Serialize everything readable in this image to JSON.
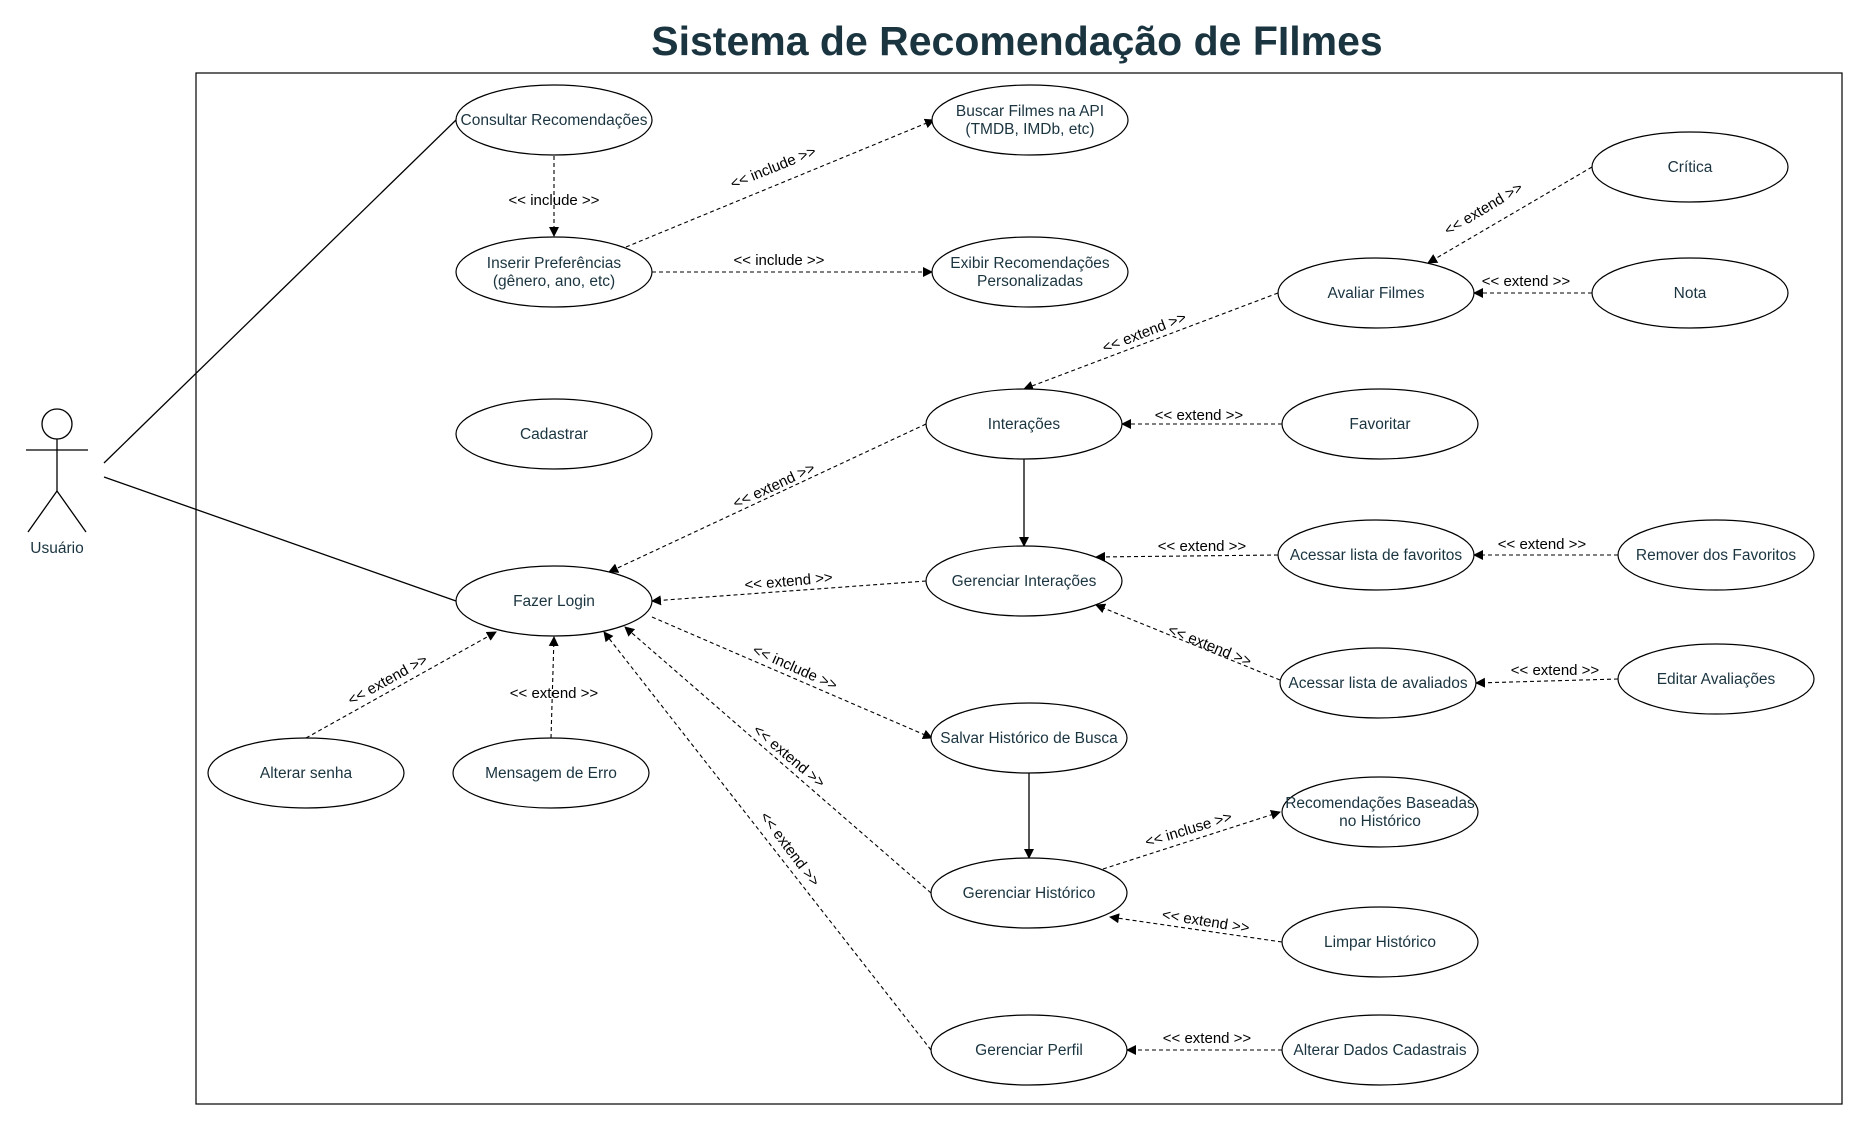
{
  "title": "Sistema de Recomendação de FIlmes",
  "actor": {
    "name": "Usuário"
  },
  "use_cases": {
    "consultar": [
      "Consultar Recomendações"
    ],
    "buscar": [
      "Buscar Filmes na API",
      "(TMDB, IMDb, etc)"
    ],
    "inserir": [
      "Inserir Preferências",
      "(gênero, ano, etc)"
    ],
    "exibir": [
      "Exibir Recomendações",
      "Personalizadas"
    ],
    "critica": [
      "Crítica"
    ],
    "avaliar": [
      "Avaliar Filmes"
    ],
    "nota": [
      "Nota"
    ],
    "cadastrar": [
      "Cadastrar"
    ],
    "interacoes": [
      "Interações"
    ],
    "favoritar": [
      "Favoritar"
    ],
    "gerenciar_inter": [
      "Gerenciar Interações"
    ],
    "acessar_fav": [
      "Acessar lista de favoritos"
    ],
    "remover_fav": [
      "Remover dos Favoritos"
    ],
    "login": [
      "Fazer Login"
    ],
    "acessar_aval": [
      "Acessar lista de avaliados"
    ],
    "editar_aval": [
      "Editar Avaliações"
    ],
    "alterar_senha": [
      "Alterar senha"
    ],
    "msg_erro": [
      "Mensagem de Erro"
    ],
    "salvar_hist": [
      "Salvar Histórico de Busca"
    ],
    "rec_hist": [
      "Recomendações Baseadas",
      "no Histórico"
    ],
    "gerenciar_hist": [
      "Gerenciar Histórico"
    ],
    "limpar_hist": [
      "Limpar Histórico"
    ],
    "gerenciar_perfil": [
      "Gerenciar Perfil"
    ],
    "alterar_dados": [
      "Alterar Dados Cadastrais"
    ]
  },
  "relations": {
    "include": "<< include >>",
    "extend": "<< extend >>",
    "incluse": "<< incluse >>"
  },
  "colors": {
    "title": "#1a3440",
    "use_case_text": "#1a3440",
    "line": "#000000"
  }
}
